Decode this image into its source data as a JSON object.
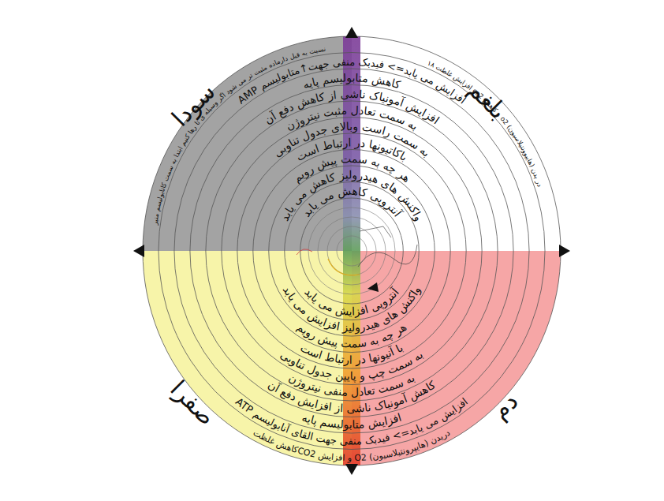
{
  "diagram": {
    "nodes": [
      {
        "text": [
          "سودا"
        ]
      },
      {
        "text": [
          "بلغم"
        ]
      },
      {
        "text": [
          "صفرا"
        ]
      },
      {
        "text": [
          "دم"
        ]
      }
    ],
    "labels": [
      "۱۸ افزایش غلظت co2 و کاهش o2 در بدن (هایپوونتیلاسیون)",
      "نسبت به قبل دارماده مثبت تر می شود اگر وسیله ی تا رها کنیم ابتدا به سمت کاتابولیسم منیر",
      "AMP افزایش می یابد=> فیدبک منفی جهت↑متابولیسم",
      "کاهش متابولیسم پایه",
      "افزایش آمونیاک ناشی از کاهش دفع آن",
      "به سمت تعادل مثبت نیتروژن",
      "به سمت راست وبالای جدول تناوبی",
      "باکاتیونها در ارتباط است",
      "هر چه به سمت پیش رویم",
      "واکنش های هیدرولیز کاهش می یابد",
      "آنتروپی کاهش می یابد",
      "کاهش غلظتCO2 و افزایش O2 دریدن (هایپرونتیلاسیون)",
      "ATP افزایش می یابد=> فیدبک منفی جهت القای آنابولیسم",
      "افزایش متابولیسم پایه",
      "کاهش آمونیاک ناشی از افزایش دفع آن",
      "به سمت تعادل منفی نیتروژن",
      "به سمت چپ و پایین جدول تناوبی",
      "با آنیونها در ارتباط است",
      "هر چه به سمت پیش رویم",
      "واکنش های هیدرولیز افزایش می یابد",
      "آنتروپی افزایش می یابد"
    ]
  }
}
